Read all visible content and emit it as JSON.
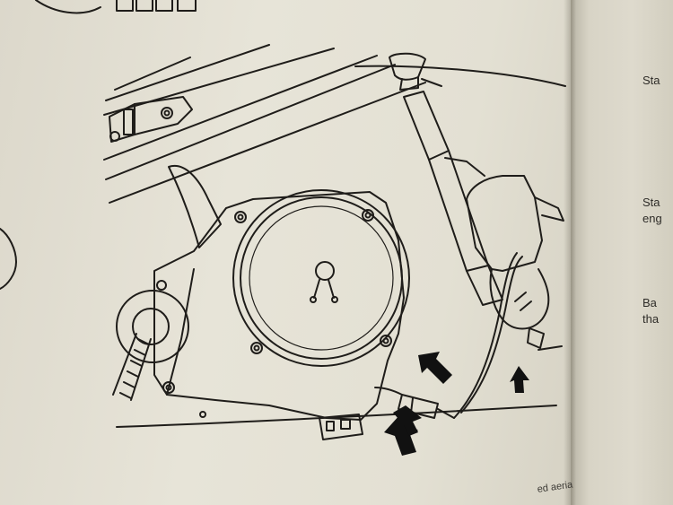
{
  "right_page": {
    "lines": [
      "Sta",
      "Sta",
      "eng",
      "Ba",
      "tha"
    ]
  },
  "footer": {
    "text": "ed aeria"
  },
  "arrows": {
    "count": 4
  }
}
